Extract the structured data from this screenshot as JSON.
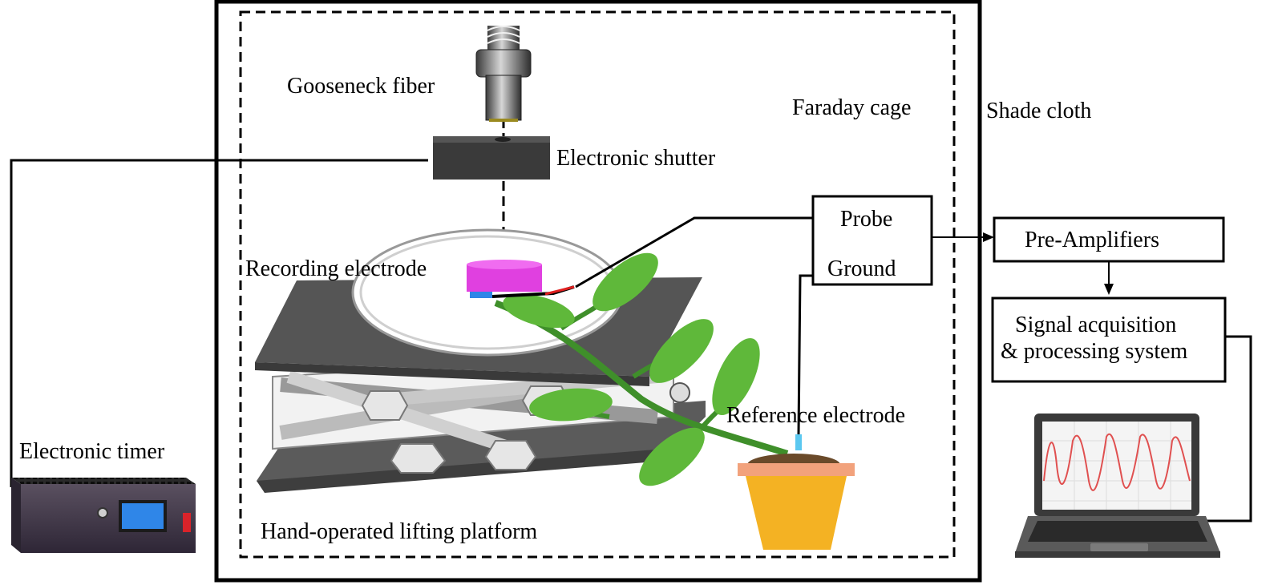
{
  "labels": {
    "gooseneck_fiber": "Gooseneck fiber",
    "faraday_cage": "Faraday cage",
    "shade_cloth": "Shade cloth",
    "electronic_shutter": "Electronic shutter",
    "probe": "Probe",
    "ground": "Ground",
    "pre_amplifiers": "Pre-Amplifiers",
    "recording_electrode": "Recording electrode",
    "signal_acquisition_line1": "Signal acquisition",
    "signal_acquisition_line2": "& processing system",
    "reference_electrode": "Reference electrode",
    "electronic_timer": "Electronic timer",
    "lifting_platform": "Hand-operated lifting platform"
  },
  "colors": {
    "line": "#000000",
    "platform": "#5b5b5b",
    "scissor": "#e6e6e6",
    "electrode": "#e040e0",
    "leaf": "#5fb83a",
    "stem": "#3f8f2a",
    "pot": "#f4b223",
    "pot_rim": "#f2a27c",
    "soil": "#6a4a2a",
    "timer_body": "#3f3548",
    "timer_display": "#2f86e8",
    "timer_switch": "#d9232a",
    "waveform": "#e05050"
  }
}
